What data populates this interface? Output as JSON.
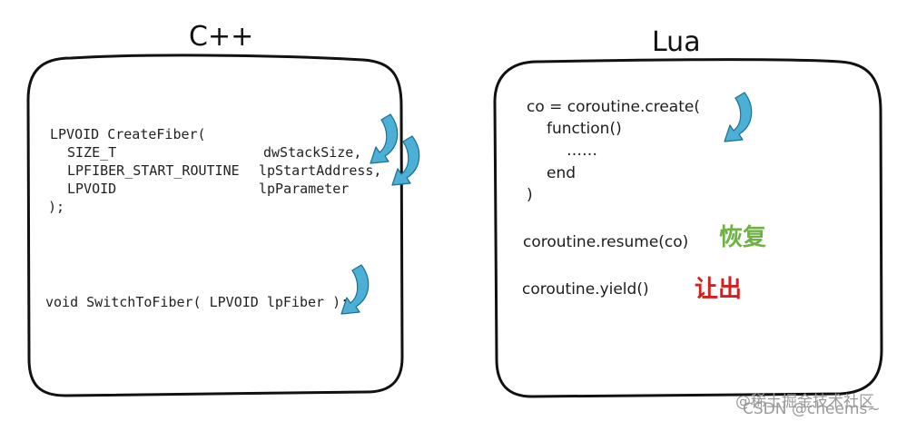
{
  "colors": {
    "frame": "#111111",
    "arrow_fill": "#4cb0d6",
    "arrow_stroke": "#1a6f92",
    "resume_color": "#6db33f",
    "yield_color": "#d3201f",
    "watermark": "#9a9a9a"
  },
  "cpp_panel": {
    "title": "C++",
    "create_fiber": {
      "line1": "LPVOID CreateFiber(",
      "params": [
        {
          "type": "SIZE_T",
          "name": "dwStackSize,"
        },
        {
          "type": "LPFIBER_START_ROUTINE",
          "name": "lpStartAddress,"
        },
        {
          "type": "LPVOID",
          "name": "lpParameter"
        }
      ],
      "close": ");"
    },
    "switch_call": "void SwitchToFiber( LPVOID lpFiber );"
  },
  "lua_panel": {
    "title": "Lua",
    "create_lines": [
      "co = coroutine.create(",
      "function()",
      "……",
      "end",
      ")"
    ],
    "resume_call": "coroutine.resume(co)",
    "resume_label": "恢复",
    "yield_call": "coroutine.yield()",
    "yield_label": "让出"
  },
  "arrow_icon_name": "curved-down-arrow-icon",
  "watermark": {
    "line1": "@稀土掘金技术社区",
    "line2": "CSDN @cheems~"
  }
}
